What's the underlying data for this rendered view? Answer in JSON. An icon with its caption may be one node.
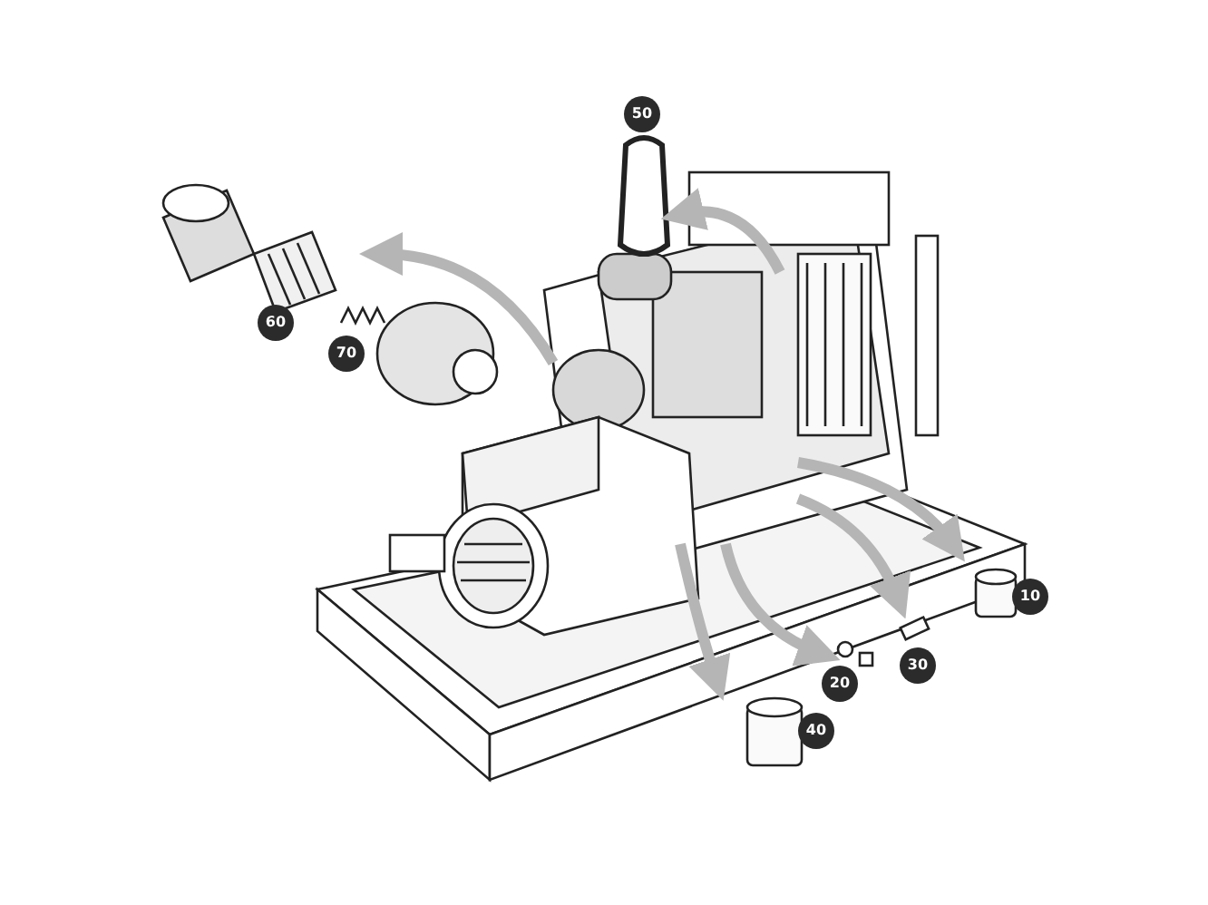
{
  "diagram": {
    "labels": [
      "50",
      "60",
      "70",
      "10",
      "30",
      "20",
      "40"
    ]
  }
}
